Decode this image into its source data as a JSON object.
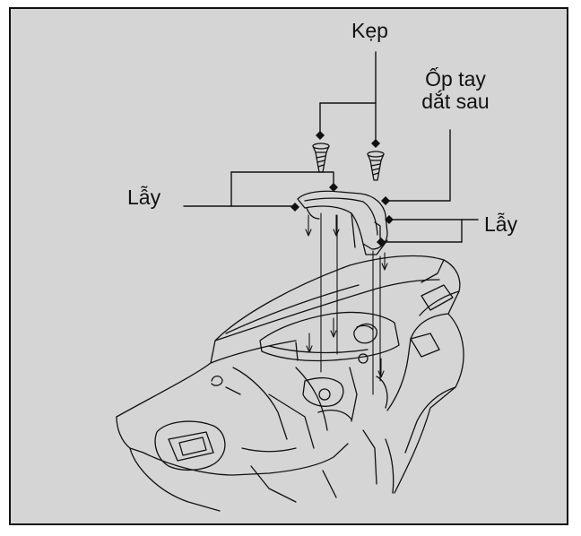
{
  "labels": {
    "clip": "Kẹp",
    "rear_grip_cover_line1": "Ốp tay",
    "rear_grip_cover_line2": "dắt sau",
    "tab_left": "Lẫy",
    "tab_right": "Lẫy"
  },
  "colors": {
    "background": "#d5d5d5",
    "stroke": "#111111",
    "part_fill": "#d5d5d5",
    "highlight": "#ffffff"
  },
  "icons": {
    "callout_marker": "diamond-marker-icon",
    "clip_part": "screw-clip-icon"
  }
}
